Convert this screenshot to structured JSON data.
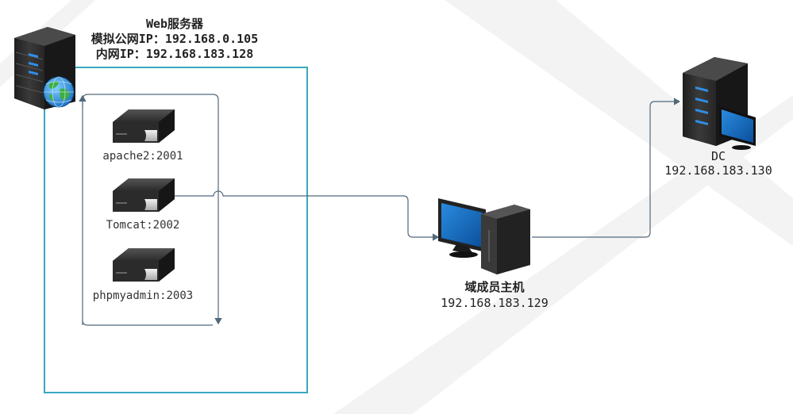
{
  "web_server": {
    "title": "Web服务器",
    "public_ip": "模拟公网IP：192.168.0.105",
    "internal_ip": "内网IP：192.168.183.128"
  },
  "services": [
    {
      "label": "apache2:2001"
    },
    {
      "label": "Tomcat:2002"
    },
    {
      "label": "phpmyadmin:2003"
    }
  ],
  "member_host": {
    "name": "域成员主机",
    "ip": "192.168.183.129"
  },
  "dc": {
    "name": "DC",
    "ip": "192.168.183.130"
  },
  "colors": {
    "boundary": "#3aa7c0",
    "connector": "#50687a",
    "server_dark": "#2d2d2d",
    "led": "#2f8fe8",
    "screen": "#0f63b8"
  },
  "icons": {
    "web_server": "server-globe-icon",
    "service": "rack-server-icon",
    "member_host": "desktop-workstation-icon",
    "dc": "server-monitor-icon"
  }
}
